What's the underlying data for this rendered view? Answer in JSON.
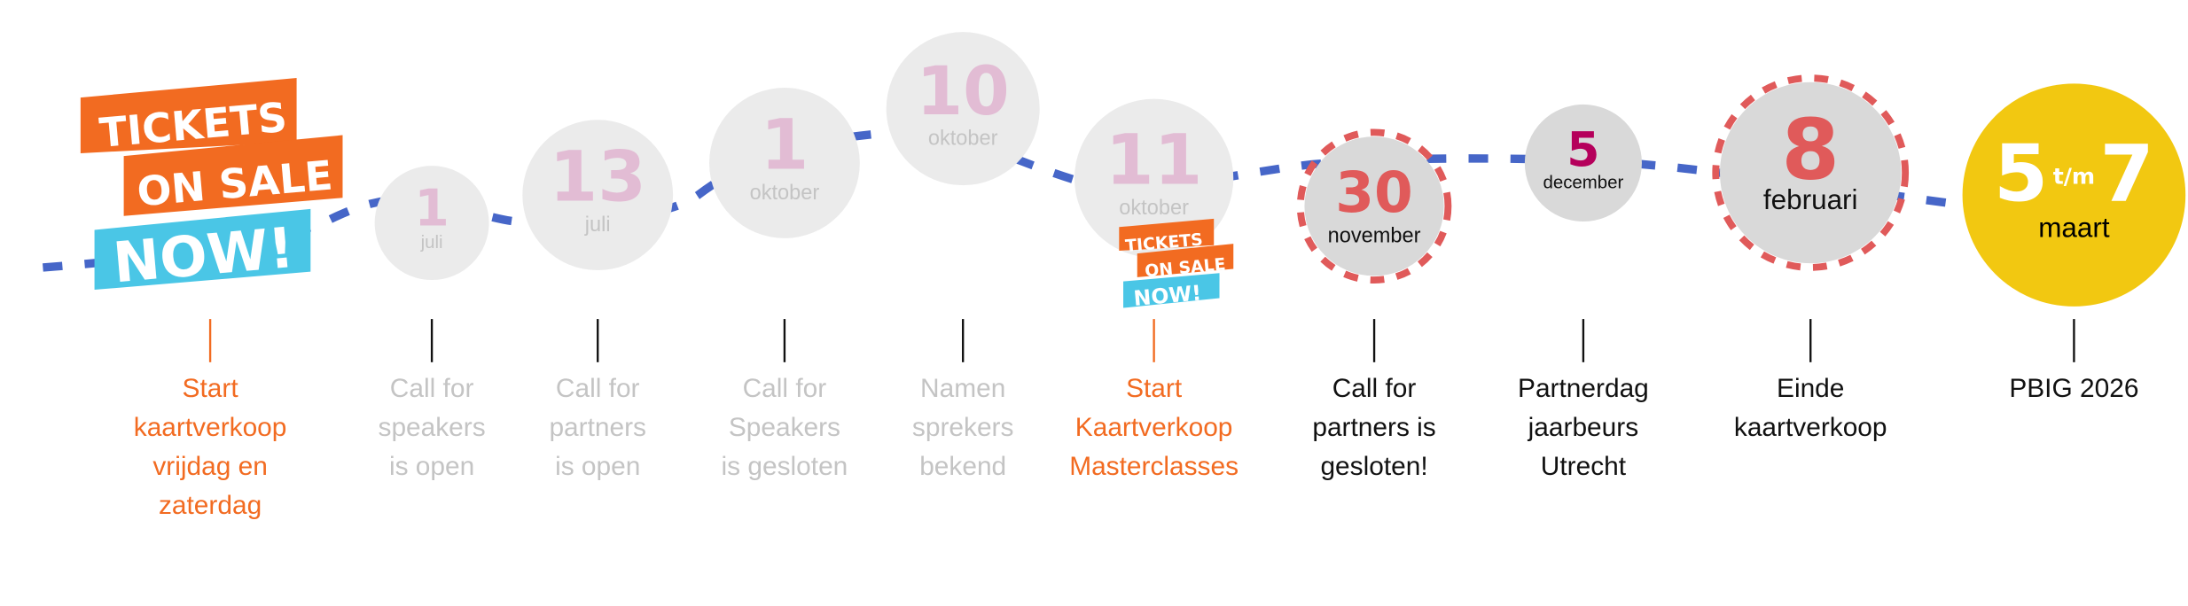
{
  "colors": {
    "line": "#4666c8",
    "orange": "#f26b21",
    "blue": "#4ac6e6",
    "faded_circle": "#ebebeb",
    "circle": "#d9d9d9",
    "faded_number": "#e2bcd4",
    "faded_text": "#c4c4c4",
    "red": "#e05a5a",
    "magenta": "#b5005b",
    "yellow": "#f2c811"
  },
  "badge": {
    "line1": "TICKETS",
    "line2": "ON SALE",
    "line3": "NOW!"
  },
  "events": [
    {
      "day": "",
      "month": "",
      "label": [
        "Start",
        "kaartverkoop",
        "vrijdag en",
        "zaterdag"
      ],
      "status": "ticket-sale"
    },
    {
      "day": "1",
      "month": "juli",
      "label": [
        "Call for",
        "speakers",
        "is open"
      ],
      "status": "past"
    },
    {
      "day": "13",
      "month": "juli",
      "label": [
        "Call for",
        "partners",
        "is open"
      ],
      "status": "past"
    },
    {
      "day": "1",
      "month": "oktober",
      "label": [
        "Call for",
        "Speakers",
        "is gesloten"
      ],
      "status": "past"
    },
    {
      "day": "10",
      "month": "oktober",
      "label": [
        "Namen",
        "sprekers",
        "bekend"
      ],
      "status": "past"
    },
    {
      "day": "11",
      "month": "oktober",
      "label": [
        "Start",
        "Kaartverkoop",
        "Masterclasses"
      ],
      "status": "ticket-sale"
    },
    {
      "day": "30",
      "month": "november",
      "label": [
        "Call for",
        "partners is",
        "gesloten!"
      ],
      "status": "highlight"
    },
    {
      "day": "5",
      "month": "december",
      "label": [
        "Partnerdag",
        "jaarbeurs",
        "Utrecht"
      ],
      "status": "upcoming"
    },
    {
      "day": "8",
      "month": "februari",
      "label": [
        "Einde",
        "kaartverkoop"
      ],
      "status": "highlight"
    },
    {
      "day": "5",
      "day_sep": "t/m",
      "day_end": "7",
      "month": "maart",
      "label": [
        "PBIG 2026"
      ],
      "status": "event"
    }
  ]
}
